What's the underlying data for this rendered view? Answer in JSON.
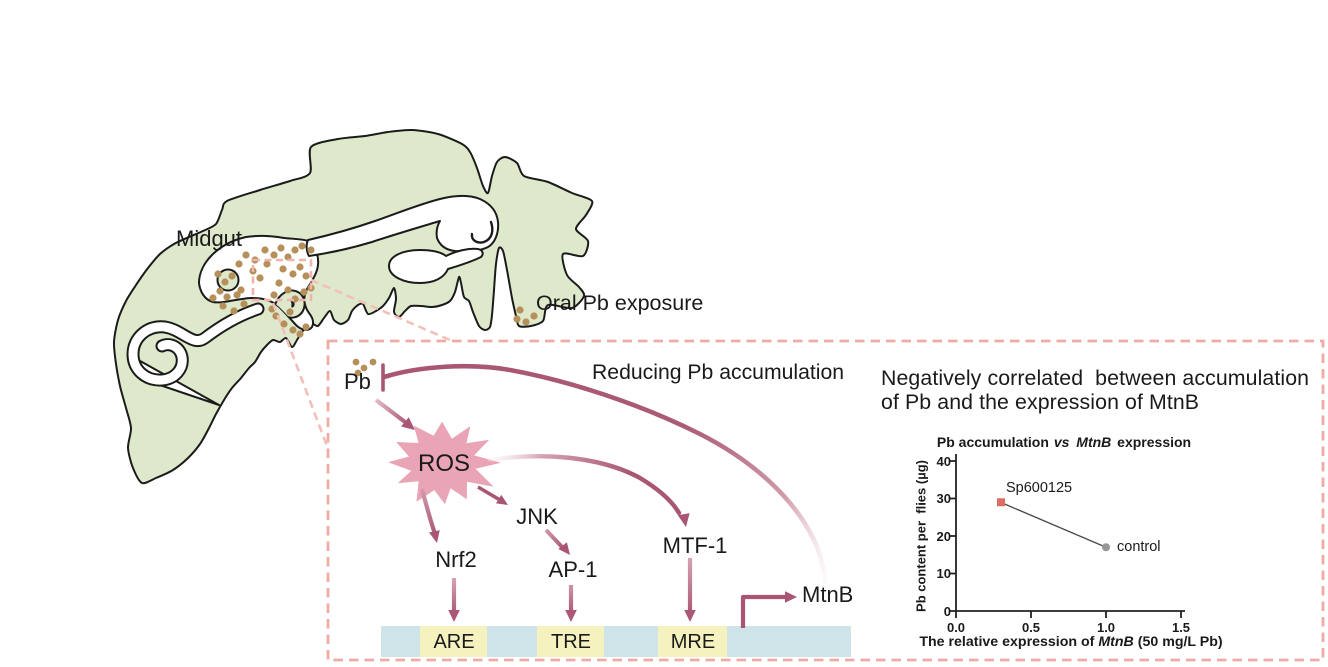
{
  "figure": {
    "kind": "signaling pathway diagram of Pb exposure in Drosophila midgut"
  },
  "fly": {
    "midgut_label": "Midgut",
    "oral_label": "Oral Pb exposure",
    "body_color": "#dee9cb",
    "dot_color": "#b5905a"
  },
  "pathway": {
    "pb": "Pb",
    "ros": "ROS",
    "jnk": "JNK",
    "ap1": "AP-1",
    "nrf2": "Nrf2",
    "mtf1": "MTF-1",
    "mtnb": "MtnB",
    "reducing": "Reducing Pb accumulation",
    "dna_elements": [
      "ARE",
      "TRE",
      "MRE"
    ],
    "are": "ARE",
    "tre": "TRE",
    "mre": "MRE",
    "arrow_color": "#a85673",
    "star_color": "#e9a4b5",
    "dna_bar_color": "#cfe4e9",
    "dna_box_color": "#f6f2bf",
    "callout_color": "#efaba5"
  },
  "summary": {
    "line1": "Negatively correlated  between accumulation",
    "line2": "of Pb and the expression of MtnB"
  },
  "chart_data": {
    "type": "scatter",
    "title": {
      "pre": "Pb accumulation",
      "vs": "vs",
      "gene": "MtnB",
      "post": "expression"
    },
    "xlabel": {
      "pre": "The relative expression of",
      "gene": "MtnB",
      "post": "(50 mg/L Pb)"
    },
    "ylabel": "Pb content per  flies (µg)",
    "xlim": [
      0,
      1.5
    ],
    "ylim": [
      0,
      40
    ],
    "x_ticks": [
      "0.0",
      "0.5",
      "1.0",
      "1.5"
    ],
    "y_ticks": [
      "0",
      "10",
      "20",
      "30",
      "40"
    ],
    "grid": false,
    "legend_position": "inline-labels",
    "points": [
      {
        "label": "Sp600125",
        "x": 0.3,
        "y": 29,
        "marker": "square",
        "color": "#dd6e62"
      },
      {
        "label": "control",
        "x": 1.0,
        "y": 17,
        "marker": "circle",
        "color": "#979797"
      }
    ],
    "line_color": "#4a4a4a"
  }
}
